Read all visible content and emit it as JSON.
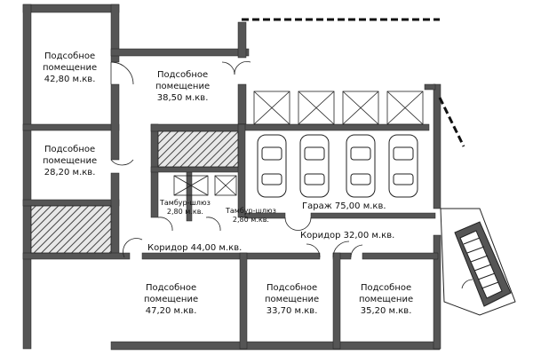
{
  "rooms": [
    {
      "id": "r1",
      "name": "Подсобное помещение",
      "area": "42,80 м.кв."
    },
    {
      "id": "r2",
      "name": "Подсобное помещение",
      "area": "38,50 м.кв."
    },
    {
      "id": "r3",
      "name": "Подсобное помещение",
      "area": "28,20 м.кв."
    },
    {
      "id": "r4",
      "name": "Подсобное помещение",
      "area": "47,20 м.кв."
    },
    {
      "id": "r5",
      "name": "Подсобное помещение",
      "area": "33,70 м.кв."
    },
    {
      "id": "r6",
      "name": "Подсобное помещение",
      "area": "35,20 м.кв."
    }
  ],
  "labels": {
    "r1_l1": "Подсобное",
    "r1_l2": "помещение",
    "r1_l3": "42,80 м.кв.",
    "r2_l1": "Подсобное",
    "r2_l2": "помещение",
    "r2_l3": "38,50 м.кв.",
    "r3_l1": "Подсобное",
    "r3_l2": "помещение",
    "r3_l3": "28,20 м.кв.",
    "r4_l1": "Подсобное",
    "r4_l2": "помещение",
    "r4_l3": "47,20 м.кв.",
    "r5_l1": "Подсобное",
    "r5_l2": "помещение",
    "r5_l3": "33,70 м.кв.",
    "r6_l1": "Подсобное",
    "r6_l2": "помещение",
    "r6_l3": "35,20 м.кв.",
    "garage": "Гараж 75,00 м.кв.",
    "corridor1": "Коридор 44,00 м.кв.",
    "corridor2": "Коридор 32,00 м.кв.",
    "vest1_l1": "Тамбур-шлюз",
    "vest1_l2": "2,80 м.кв.",
    "vest2_l1": "Тамбур-шлюз",
    "vest2_l2": "2,80 м.кв."
  },
  "colors": {
    "wall": "#4a4a4a",
    "line": "#222222",
    "hatch": "#555555",
    "fill": "#ffffff"
  }
}
